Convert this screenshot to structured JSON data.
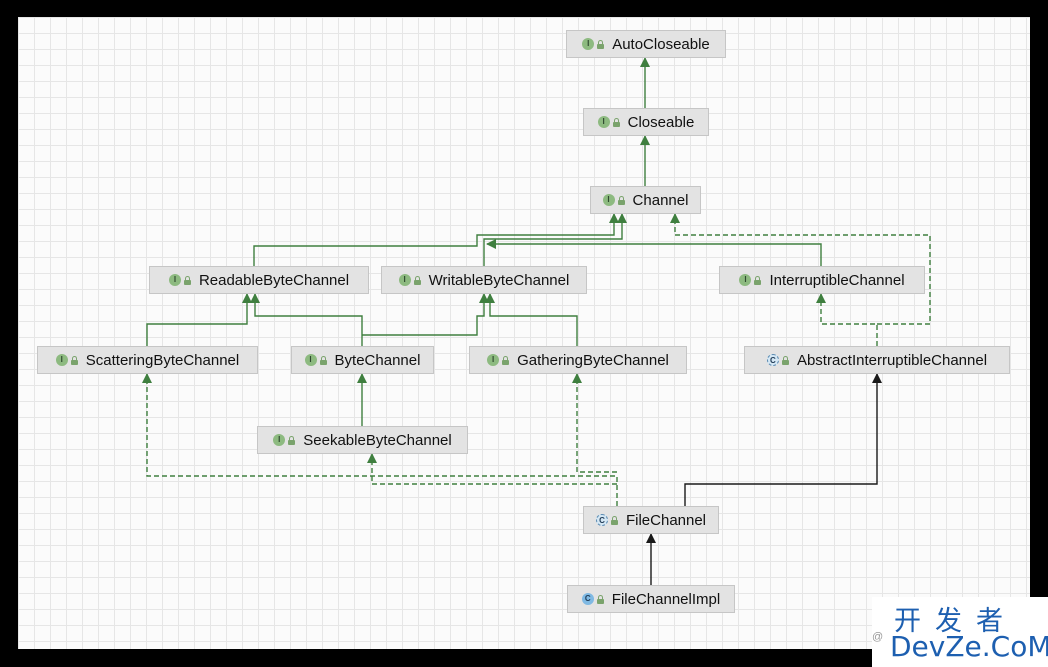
{
  "diagram": {
    "nodes": [
      {
        "id": "AutoCloseable",
        "label": "AutoCloseable",
        "kind": "interface"
      },
      {
        "id": "Closeable",
        "label": "Closeable",
        "kind": "interface"
      },
      {
        "id": "Channel",
        "label": "Channel",
        "kind": "interface"
      },
      {
        "id": "ReadableByteChannel",
        "label": "ReadableByteChannel",
        "kind": "interface"
      },
      {
        "id": "WritableByteChannel",
        "label": "WritableByteChannel",
        "kind": "interface"
      },
      {
        "id": "InterruptibleChannel",
        "label": "InterruptibleChannel",
        "kind": "interface"
      },
      {
        "id": "ScatteringByteChannel",
        "label": "ScatteringByteChannel",
        "kind": "interface"
      },
      {
        "id": "ByteChannel",
        "label": "ByteChannel",
        "kind": "interface"
      },
      {
        "id": "GatheringByteChannel",
        "label": "GatheringByteChannel",
        "kind": "interface"
      },
      {
        "id": "AbstractInterruptibleChannel",
        "label": "AbstractInterruptibleChannel",
        "kind": "abstract-class"
      },
      {
        "id": "SeekableByteChannel",
        "label": "SeekableByteChannel",
        "kind": "interface"
      },
      {
        "id": "FileChannel",
        "label": "FileChannel",
        "kind": "abstract-class"
      },
      {
        "id": "FileChannelImpl",
        "label": "FileChannelImpl",
        "kind": "class"
      }
    ],
    "edges": [
      {
        "from": "Closeable",
        "to": "AutoCloseable",
        "type": "extends"
      },
      {
        "from": "Channel",
        "to": "Closeable",
        "type": "extends"
      },
      {
        "from": "ReadableByteChannel",
        "to": "Channel",
        "type": "extends"
      },
      {
        "from": "WritableByteChannel",
        "to": "Channel",
        "type": "extends"
      },
      {
        "from": "InterruptibleChannel",
        "to": "Channel",
        "type": "extends"
      },
      {
        "from": "ScatteringByteChannel",
        "to": "ReadableByteChannel",
        "type": "extends"
      },
      {
        "from": "ByteChannel",
        "to": "ReadableByteChannel",
        "type": "extends"
      },
      {
        "from": "ByteChannel",
        "to": "WritableByteChannel",
        "type": "extends"
      },
      {
        "from": "GatheringByteChannel",
        "to": "WritableByteChannel",
        "type": "extends"
      },
      {
        "from": "SeekableByteChannel",
        "to": "ByteChannel",
        "type": "extends"
      },
      {
        "from": "AbstractInterruptibleChannel",
        "to": "InterruptibleChannel",
        "type": "implements"
      },
      {
        "from": "AbstractInterruptibleChannel",
        "to": "Channel",
        "type": "implements"
      },
      {
        "from": "FileChannel",
        "to": "ScatteringByteChannel",
        "type": "implements"
      },
      {
        "from": "FileChannel",
        "to": "SeekableByteChannel",
        "type": "implements"
      },
      {
        "from": "FileChannel",
        "to": "GatheringByteChannel",
        "type": "implements"
      },
      {
        "from": "FileChannel",
        "to": "AbstractInterruptibleChannel",
        "type": "class-extends"
      },
      {
        "from": "FileChannelImpl",
        "to": "FileChannel",
        "type": "class-extends"
      }
    ],
    "colors": {
      "interface_edge": "#3f7f3f",
      "class_edge": "#1a1a1a",
      "interface_icon": "#8dba80",
      "class_icon": "#7fb9e3",
      "node_fill": "#e3e3e3"
    },
    "icon_labels": {
      "interface": "I",
      "class": "C"
    }
  },
  "watermark": {
    "cn": "开发者",
    "en": "DevZe.CoM",
    "at": "@"
  }
}
